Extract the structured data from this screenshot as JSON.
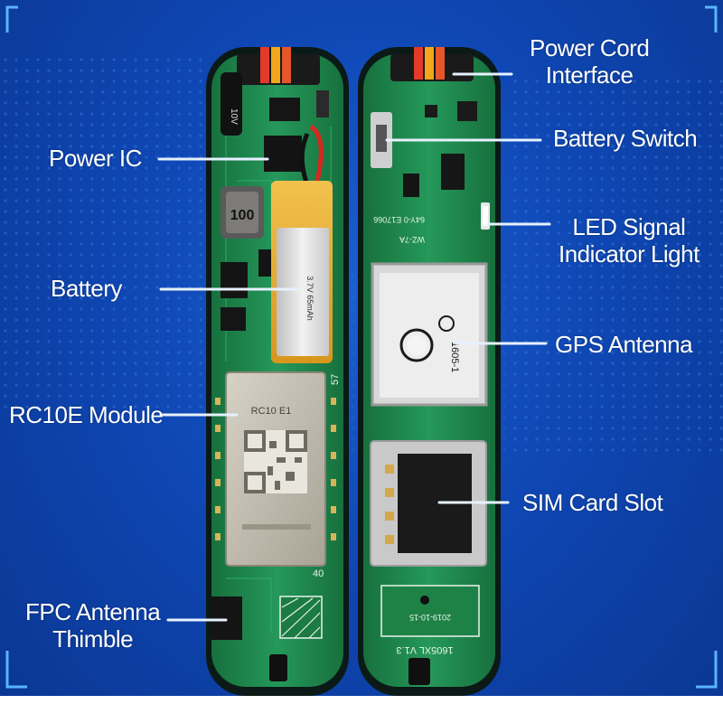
{
  "image": {
    "subject": "two GPS tracker circuit boards",
    "palette": {
      "background": "#0f47b4",
      "pcb": "#1f8a4a",
      "line": "#e6f1ff",
      "text": "#ffffff"
    }
  },
  "left_board": {
    "inductor_label": "100",
    "module_label": "RC10  E1",
    "pin_start": "57",
    "pin_end": "40",
    "battery_print": "3.7V 65mAh"
  },
  "right_board": {
    "antenna_label": "1605-1",
    "version_label": "1605XL  V1.3",
    "date_label": "2019-10-15"
  },
  "labels": {
    "power_cord": "Power Cord\nInterface",
    "power_ic": "Power IC",
    "battery_switch": "Battery  Switch",
    "led": "LED Signal\nIndicator Light",
    "battery": "Battery",
    "gps": "GPS Antenna",
    "module": "RC10E Module",
    "sim": "SIM Card Slot",
    "fpc": "FPC Antenna\nThimble"
  }
}
